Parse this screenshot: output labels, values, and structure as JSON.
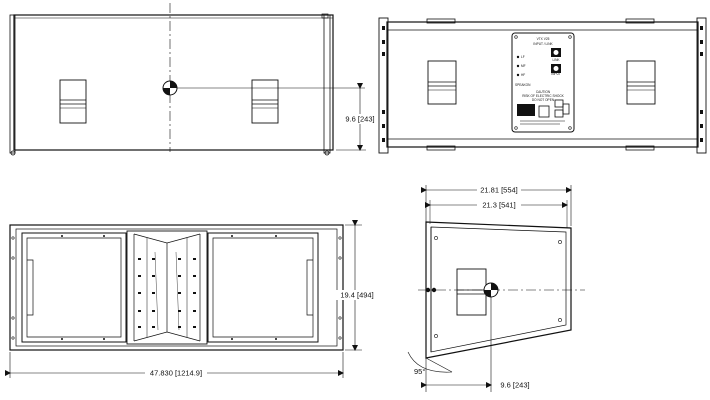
{
  "views": {
    "front": {
      "height_dim": "9.6 [243]"
    },
    "rear": {
      "plate_lines": [
        "VTX V25",
        "INPUT / LINK",
        "LF",
        "MF",
        "HF",
        "SPEAKON",
        "LINK",
        "INPUT",
        "CAUTION",
        "RISK OF ELECTRIC SHOCK",
        "DO NOT OPEN"
      ]
    },
    "top": {
      "width_dim": "47.830 [1214.9]",
      "depth_dim": "19.4 [494]"
    },
    "side": {
      "top_dim": "21.81 [554]",
      "inner_dim": "21.3 [541]",
      "angle": "95°",
      "cg_dim": "9.6 [243]"
    }
  }
}
